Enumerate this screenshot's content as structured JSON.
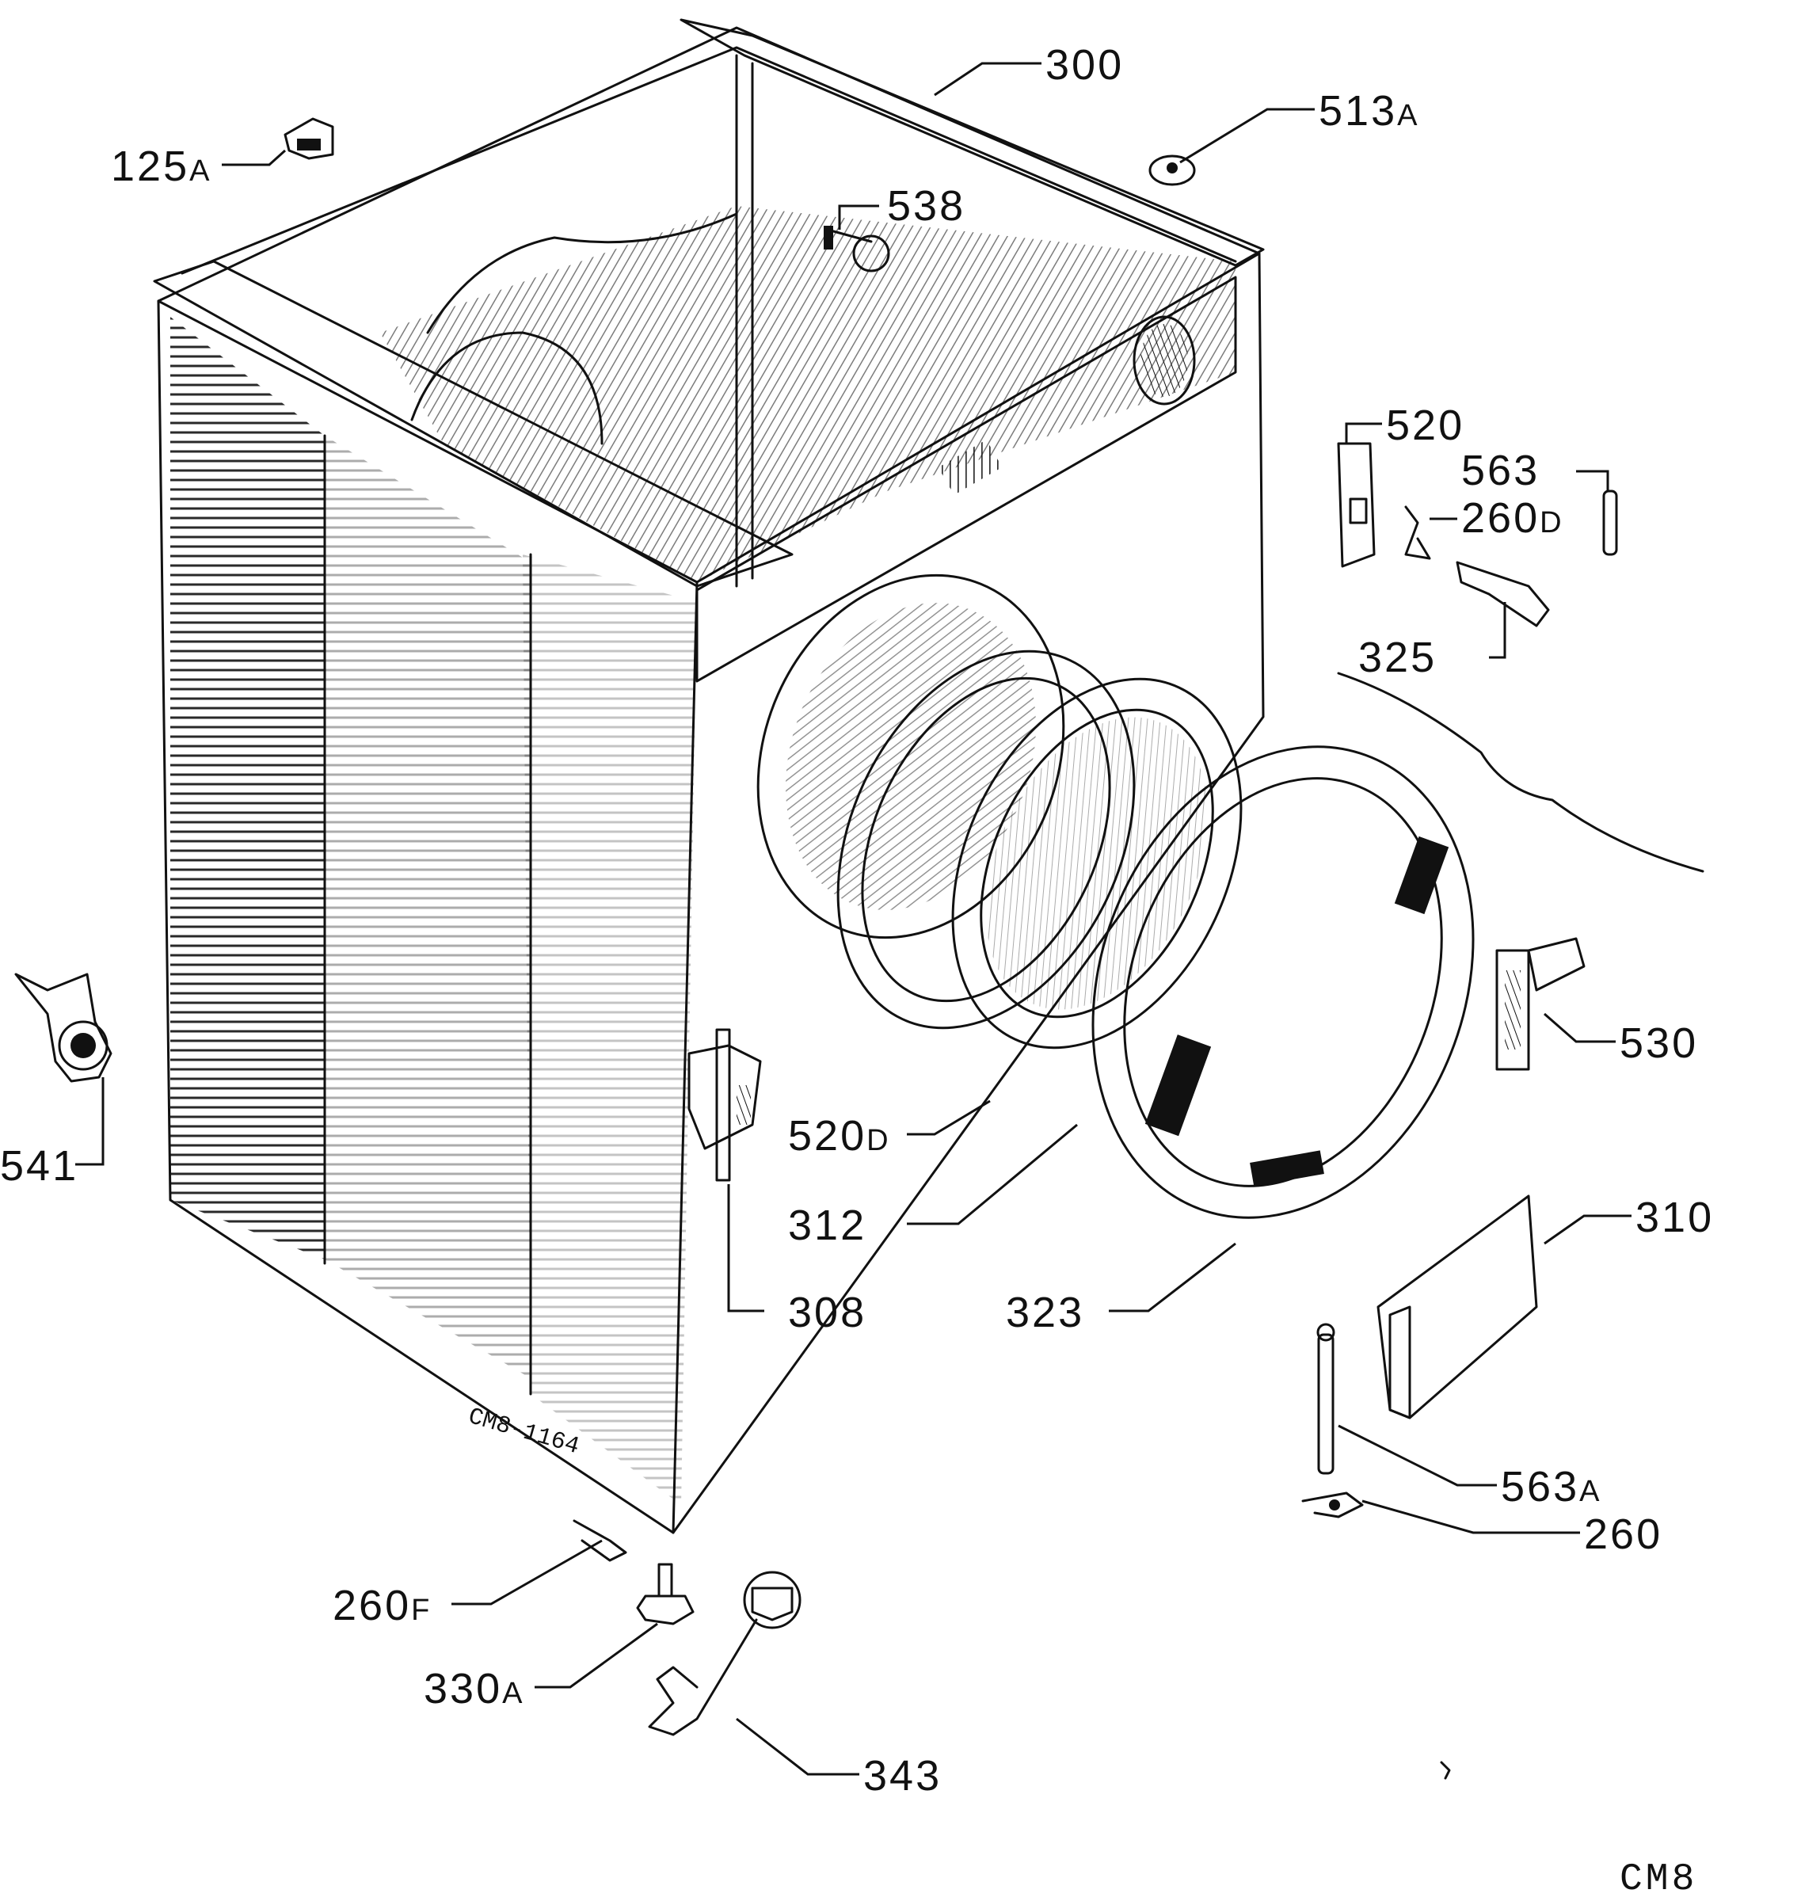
{
  "drawing_code": "CM8-1164",
  "sheet_code": "CM8",
  "parts": [
    {
      "id": "part-300",
      "main": "300",
      "suffix": ""
    },
    {
      "id": "part-513a",
      "main": "513",
      "suffix": "A"
    },
    {
      "id": "part-125a",
      "main": "125",
      "suffix": "A"
    },
    {
      "id": "part-538",
      "main": "538",
      "suffix": ""
    },
    {
      "id": "part-520",
      "main": "520",
      "suffix": ""
    },
    {
      "id": "part-563",
      "main": "563",
      "suffix": ""
    },
    {
      "id": "part-260d",
      "main": "260",
      "suffix": "D"
    },
    {
      "id": "part-325",
      "main": "325",
      "suffix": ""
    },
    {
      "id": "part-530",
      "main": "530",
      "suffix": ""
    },
    {
      "id": "part-541",
      "main": "541",
      "suffix": ""
    },
    {
      "id": "part-520d",
      "main": "520",
      "suffix": "D"
    },
    {
      "id": "part-312",
      "main": "312",
      "suffix": ""
    },
    {
      "id": "part-308",
      "main": "308",
      "suffix": ""
    },
    {
      "id": "part-323",
      "main": "323",
      "suffix": ""
    },
    {
      "id": "part-310",
      "main": "310",
      "suffix": ""
    },
    {
      "id": "part-563a",
      "main": "563",
      "suffix": "A"
    },
    {
      "id": "part-260",
      "main": "260",
      "suffix": ""
    },
    {
      "id": "part-260f",
      "main": "260",
      "suffix": "F"
    },
    {
      "id": "part-330a",
      "main": "330",
      "suffix": "A"
    },
    {
      "id": "part-343",
      "main": "343",
      "suffix": ""
    }
  ]
}
